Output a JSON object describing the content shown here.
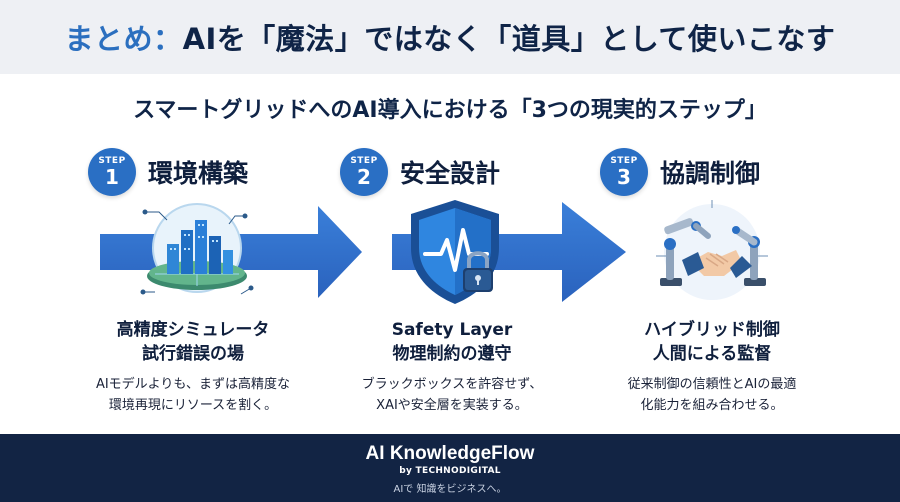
{
  "header": {
    "title_prefix": "まとめ：",
    "title_main": "AIを「魔法」ではなく「道具」として使いこなす"
  },
  "subtitle": "スマートグリッドへのAI導入における「3つの現実的ステップ」",
  "steps": [
    {
      "badge_label": "STEP",
      "number": "1",
      "title": "環境構築",
      "icon": "smart-city-globe-icon",
      "subtitle_lines": [
        "高精度シミュレータ",
        "試行錯誤の場"
      ],
      "description_lines": [
        "AIモデルよりも、まずは高精度な",
        "環境再現にリソースを割く。"
      ]
    },
    {
      "badge_label": "STEP",
      "number": "2",
      "title": "安全設計",
      "icon": "shield-lock-icon",
      "subtitle_lines": [
        "Safety Layer",
        "物理制約の遵守"
      ],
      "description_lines": [
        "ブラックボックスを許容せず、",
        "XAIや安全層を実装する。"
      ]
    },
    {
      "badge_label": "STEP",
      "number": "3",
      "title": "協調制御",
      "icon": "robot-handshake-icon",
      "subtitle_lines": [
        "ハイブリッド制御",
        "人間による監督"
      ],
      "description_lines": [
        "従来制御の信頼性とAIの最適",
        "化能力を組み合わせる。"
      ]
    }
  ],
  "footer": {
    "brand": "AI KnowledgeFlow",
    "byline": "by TECHNODIGITAL",
    "tagline": "AIで 知識をビジネスへ。"
  },
  "colors": {
    "accent": "#2b6fbf",
    "arrow": "#2f6fcf",
    "footer_bg": "#122444",
    "title_bar_bg": "#eef0f4"
  }
}
